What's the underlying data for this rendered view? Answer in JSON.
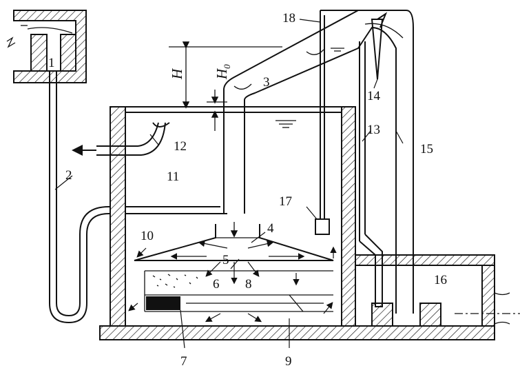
{
  "diagram": {
    "labels": [
      {
        "id": "1",
        "text": "1"
      },
      {
        "id": "2",
        "text": "2"
      },
      {
        "id": "3",
        "text": "3"
      },
      {
        "id": "4",
        "text": "4"
      },
      {
        "id": "5",
        "text": "5"
      },
      {
        "id": "6",
        "text": "6"
      },
      {
        "id": "7",
        "text": "7"
      },
      {
        "id": "8",
        "text": "8"
      },
      {
        "id": "9",
        "text": "9"
      },
      {
        "id": "10",
        "text": "10"
      },
      {
        "id": "11",
        "text": "11"
      },
      {
        "id": "12",
        "text": "12"
      },
      {
        "id": "13",
        "text": "13"
      },
      {
        "id": "14",
        "text": "14"
      },
      {
        "id": "15",
        "text": "15"
      },
      {
        "id": "16",
        "text": "16"
      },
      {
        "id": "17",
        "text": "17"
      },
      {
        "id": "18",
        "text": "18"
      }
    ],
    "dimensions": {
      "H": "H",
      "H0_main": "H",
      "H0_sub": "0"
    },
    "colors": {
      "ink": "#111111",
      "paper": "#ffffff",
      "hatch": "#111111"
    }
  }
}
